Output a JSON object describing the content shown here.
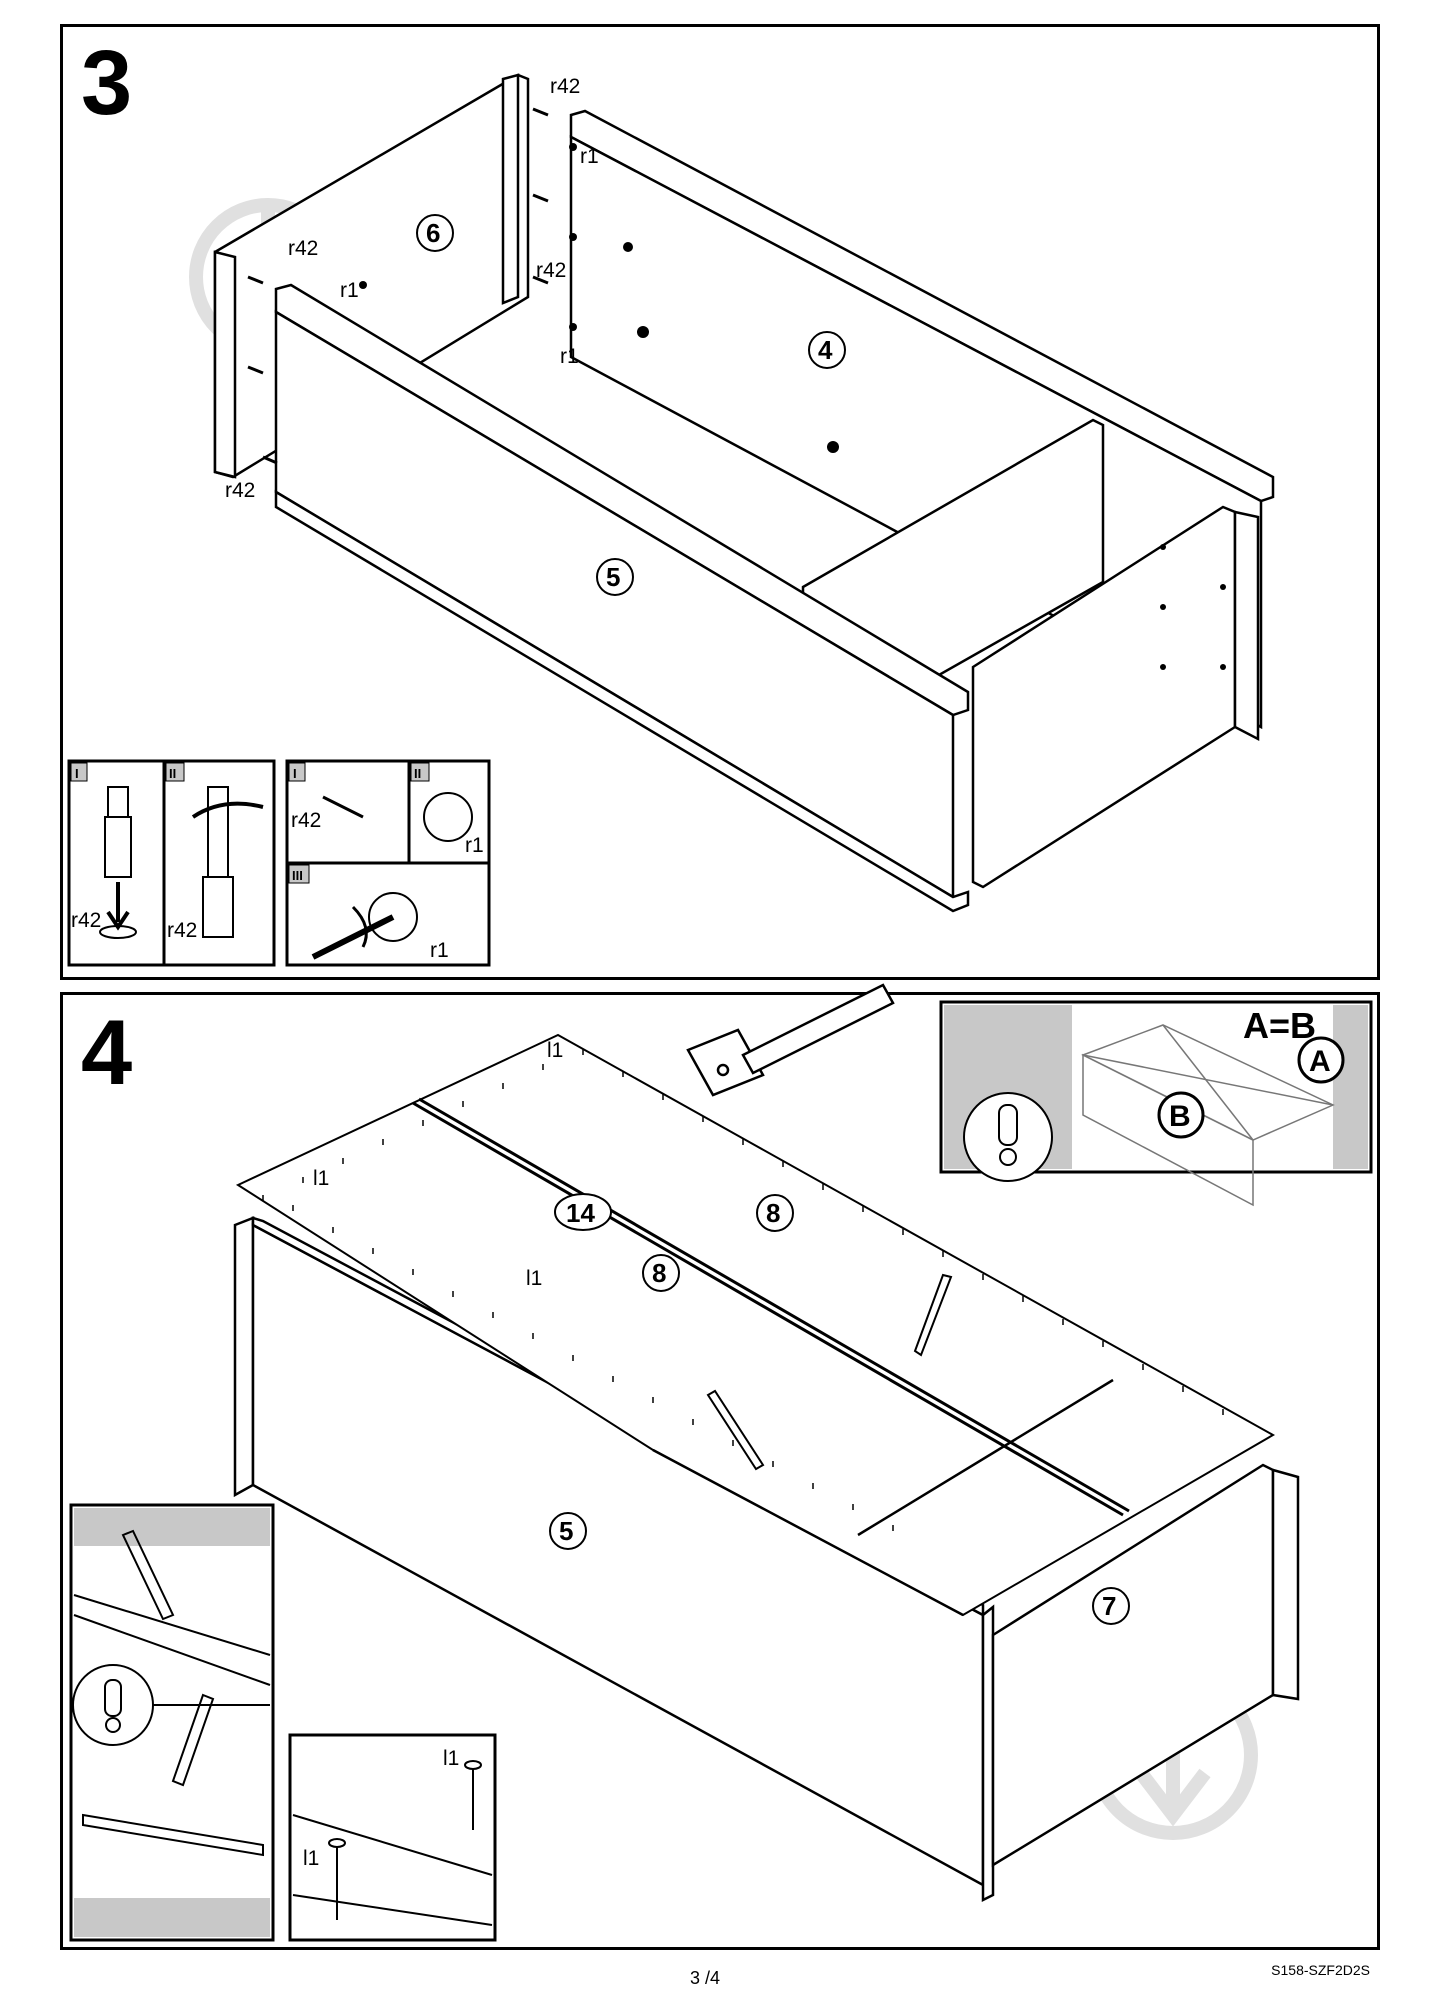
{
  "step3": {
    "number": "3",
    "parts": {
      "p6": "6",
      "p4": "4",
      "p5": "5"
    },
    "fittings": {
      "cam_bolt": "r42",
      "cam_lock": "r1"
    },
    "details": {
      "d1": "I",
      "d2": "II",
      "d3": "I",
      "d4": "II",
      "d5": "III"
    }
  },
  "step4": {
    "number": "4",
    "parts": {
      "p14": "14",
      "p8a": "8",
      "p8b": "8",
      "p5": "5",
      "p7": "7"
    },
    "nail": "l1",
    "check": {
      "equation": "A=B",
      "a": "A",
      "b": "B"
    }
  },
  "footer": {
    "page": "3 /4",
    "code": "S158-SZF2D2S"
  },
  "colors": {
    "line": "#000000",
    "shade": "#c8c8c8",
    "watermark": "#e0e0e0"
  }
}
